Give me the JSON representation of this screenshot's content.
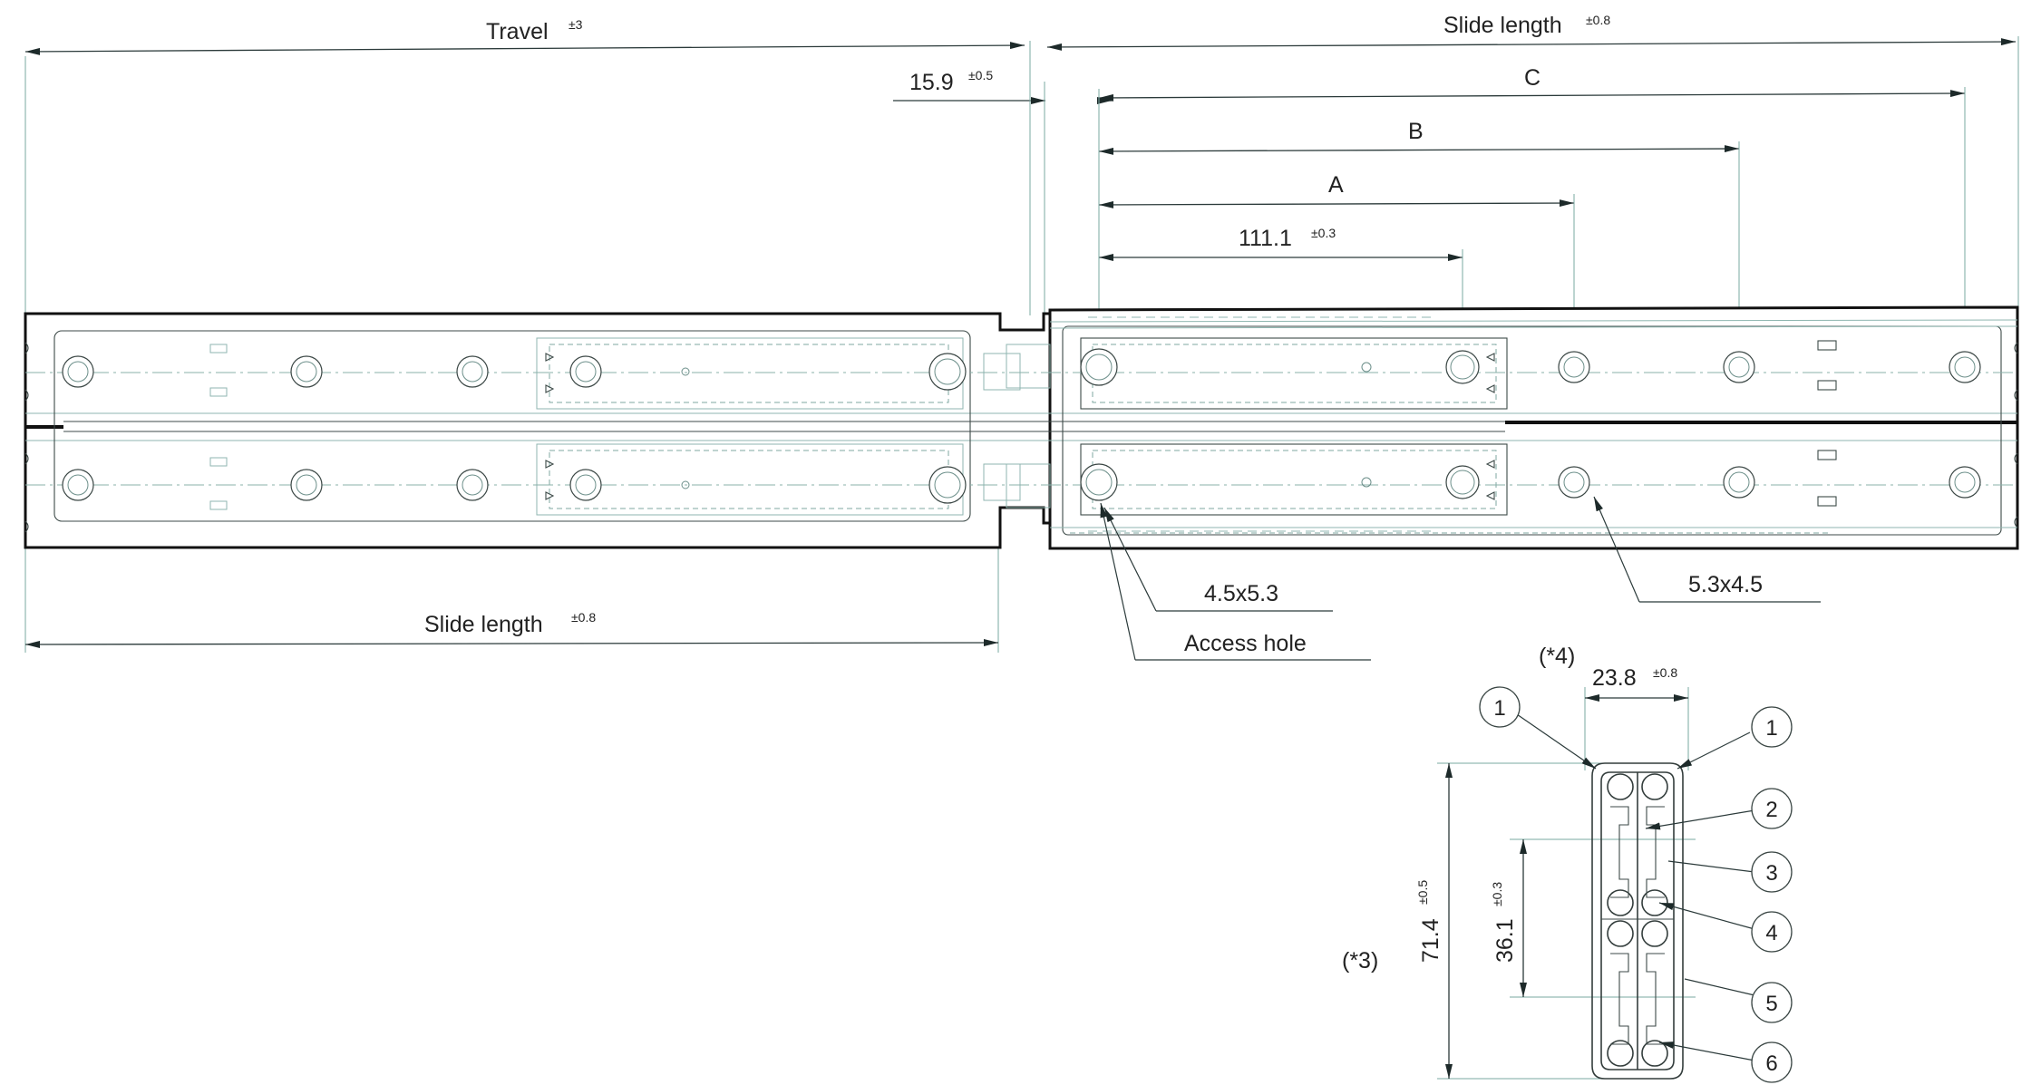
{
  "drawing": {
    "dimensions": {
      "travel": {
        "label": "Travel",
        "tol": "±3"
      },
      "slide_length_top": {
        "label": "Slide length",
        "tol": "±0.8"
      },
      "slide_length_bottom": {
        "label": "Slide length",
        "tol": "±0.8"
      },
      "offset": {
        "label": "15.9",
        "tol": "±0.5"
      },
      "c": {
        "label": "C"
      },
      "b": {
        "label": "B"
      },
      "a": {
        "label": "A"
      },
      "first_hole": {
        "label": "111.1",
        "tol": "±0.3"
      }
    },
    "hole_notes": {
      "slot_a": "4.5x5.3",
      "access": "Access hole",
      "slot_b": "5.3x4.5"
    },
    "cross_section": {
      "note_4": "(*4)",
      "note_3": "(*3)",
      "width": {
        "label": "23.8",
        "tol": "±0.8"
      },
      "height": {
        "label": "71.4",
        "tol": "±0.5"
      },
      "pitch": {
        "label": "36.1",
        "tol": "±0.3"
      },
      "callouts": [
        "1",
        "1",
        "2",
        "3",
        "4",
        "5",
        "6"
      ]
    }
  }
}
